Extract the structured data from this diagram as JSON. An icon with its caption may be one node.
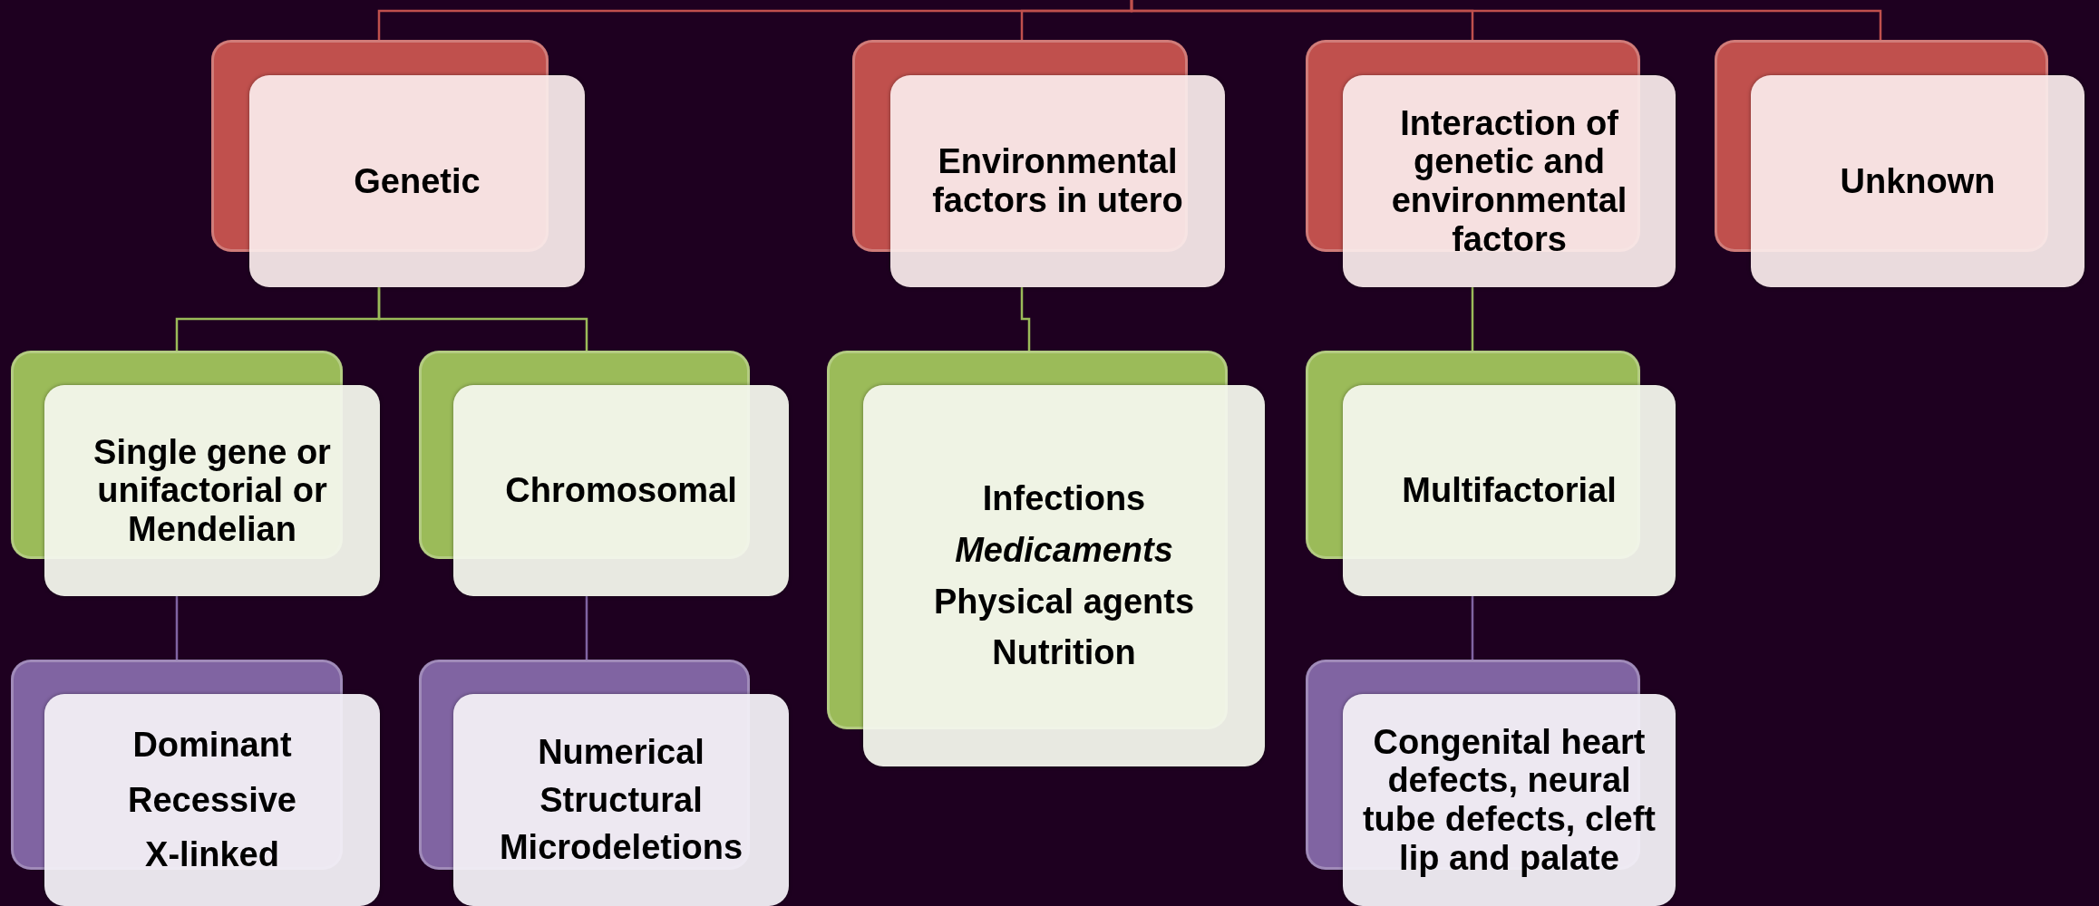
{
  "diagram": {
    "nodes": [
      {
        "text": [
          "Genetic"
        ]
      },
      {
        "text": [
          "Environmental factors in utero"
        ]
      },
      {
        "text": [
          "Interaction of genetic and environmental factors"
        ]
      },
      {
        "text": [
          "Unknown"
        ]
      },
      {
        "text": [
          "Single gene or unifactorial or Mendelian"
        ]
      },
      {
        "text": [
          "Chromosomal"
        ]
      },
      {
        "text": [
          "Infections",
          "*Medicaments*",
          "Physical agents",
          "Nutrition"
        ]
      },
      {
        "text": [
          "Multifactorial"
        ]
      },
      {
        "text": [
          "Dominant",
          "Recessive",
          "X-linked"
        ]
      },
      {
        "text": [
          "Numerical",
          "Structural",
          "Microdeletions"
        ]
      },
      {
        "text": [
          "Congenital heart defects, neural tube defects, cleft lip and palate"
        ]
      }
    ],
    "edges": [
      {
        "from": null,
        "to": 0,
        "arrow": "none",
        "color": "#c0504d"
      },
      {
        "from": null,
        "to": 1,
        "arrow": "none",
        "color": "#c0504d"
      },
      {
        "from": null,
        "to": 2,
        "arrow": "none",
        "color": "#c0504d"
      },
      {
        "from": null,
        "to": 3,
        "arrow": "none",
        "color": "#c0504d"
      },
      {
        "from": 0,
        "to": 4,
        "arrow": "none",
        "color": "#9bbb59"
      },
      {
        "from": 0,
        "to": 5,
        "arrow": "none",
        "color": "#9bbb59"
      },
      {
        "from": 1,
        "to": 6,
        "arrow": "none",
        "color": "#9bbb59"
      },
      {
        "from": 2,
        "to": 7,
        "arrow": "none",
        "color": "#9bbb59"
      },
      {
        "from": 4,
        "to": 8,
        "arrow": "none",
        "color": "#8064a2"
      },
      {
        "from": 5,
        "to": 9,
        "arrow": "none",
        "color": "#8064a2"
      },
      {
        "from": 7,
        "to": 10,
        "arrow": "none",
        "color": "#8064a2"
      }
    ]
  }
}
